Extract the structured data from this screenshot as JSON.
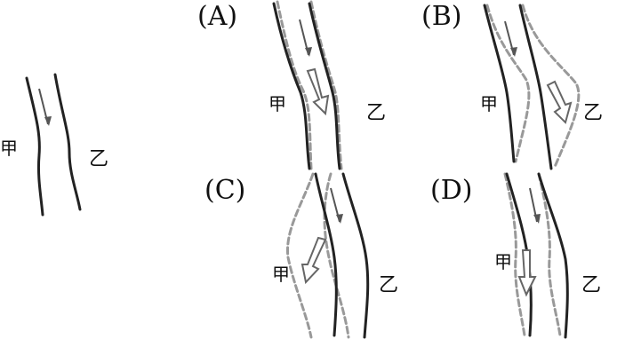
{
  "figure": {
    "labels": {
      "left_bank": "甲",
      "right_bank": "乙"
    },
    "options": [
      {
        "id": "A",
        "label": "(A)"
      },
      {
        "id": "B",
        "label": "(B)"
      },
      {
        "id": "C",
        "label": "(C)"
      },
      {
        "id": "D",
        "label": "(D)"
      }
    ]
  }
}
